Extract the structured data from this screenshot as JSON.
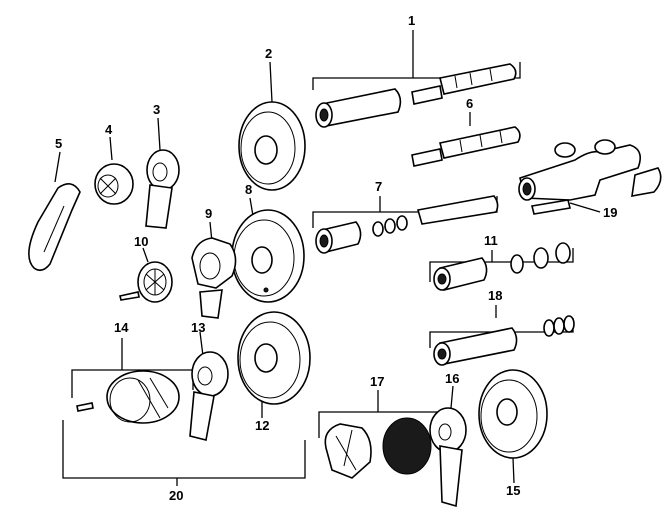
{
  "diagram": {
    "title": "Exploded parts diagram of a shower valve assembly",
    "callouts": [
      "1",
      "2",
      "3",
      "4",
      "5",
      "6",
      "7",
      "8",
      "9",
      "10",
      "11",
      "12",
      "13",
      "14",
      "15",
      "16",
      "17",
      "18",
      "19",
      "20"
    ]
  }
}
